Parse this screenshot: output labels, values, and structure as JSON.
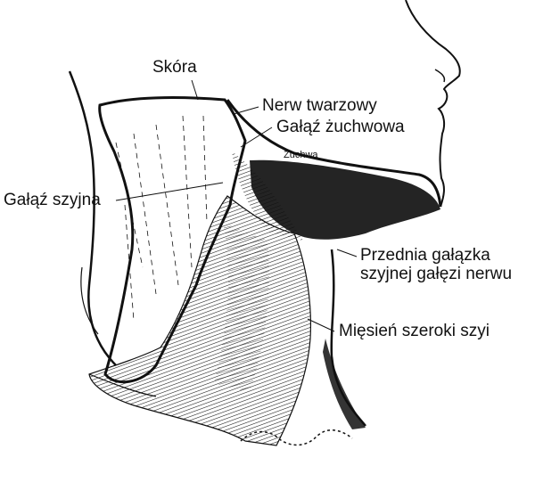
{
  "figure": {
    "labels": {
      "skin": "Skóra",
      "facial_nerve": "Nerw twarzowy",
      "mandibular_branch": "Gałąź żuchwowa",
      "mandible": "Żuchwa",
      "cervical_branch": "Gałąź szyjna",
      "anterior_twig_line1": "Przednia gałązka",
      "anterior_twig_line2": "szyjnej gałęzi nerwu",
      "platysma": "Mięsień szeroki szyi"
    },
    "colors": {
      "ink": "#111111",
      "background": "#ffffff"
    }
  }
}
